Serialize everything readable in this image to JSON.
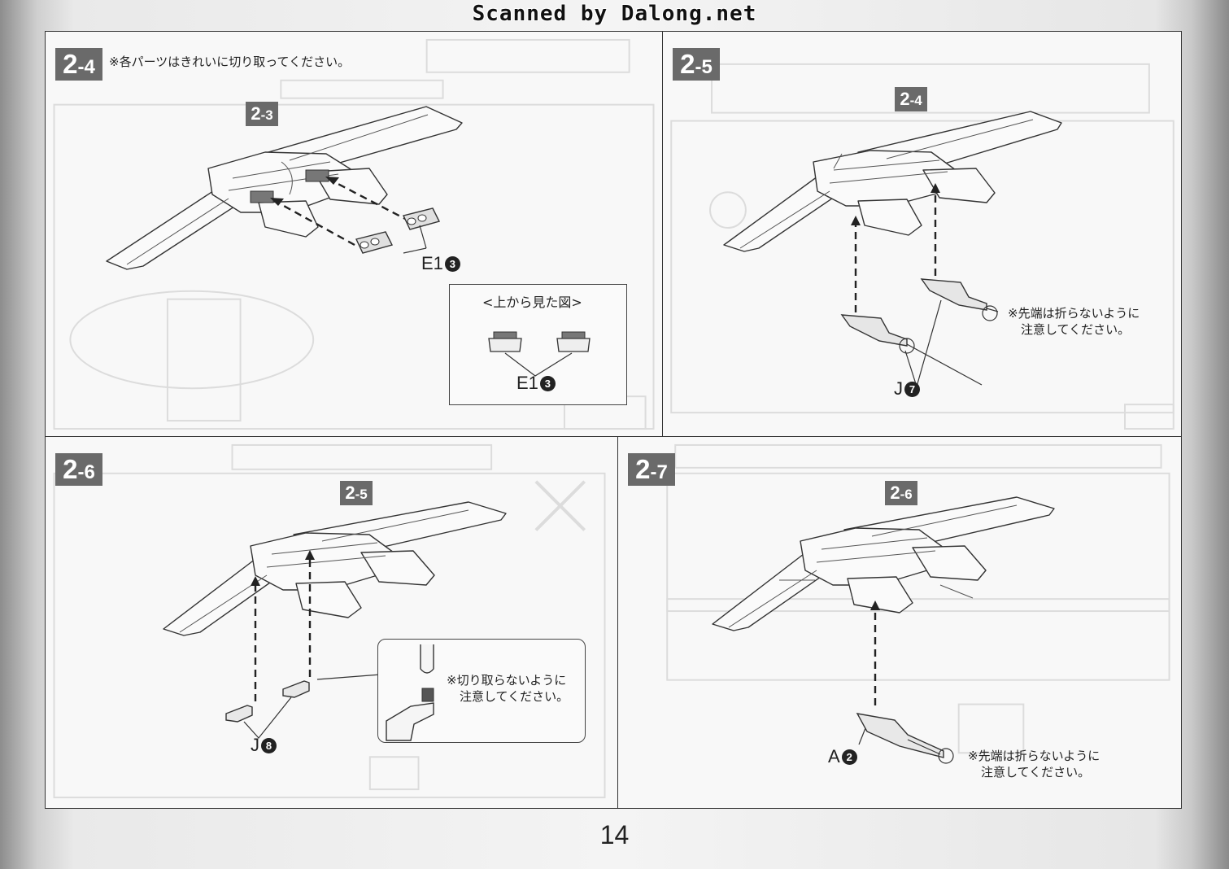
{
  "watermark": "Scanned by Dalong.net",
  "page_number": "14",
  "steps": {
    "s24": {
      "main": "2",
      "sub": "-4",
      "note": "※各パーツはきれいに切り取ってください。",
      "ref_main": "2",
      "ref_sub": "-3",
      "part": "E1",
      "part_num": "3",
      "inset_title": "<上から見た図>",
      "inset_part": "E1",
      "inset_part_num": "3"
    },
    "s25": {
      "main": "2",
      "sub": "-5",
      "ref_main": "2",
      "ref_sub": "-4",
      "part": "J",
      "part_num": "7",
      "note_l1": "※先端は折らないように",
      "note_l2": "注意してください。"
    },
    "s26": {
      "main": "2",
      "sub": "-6",
      "ref_main": "2",
      "ref_sub": "-5",
      "part": "J",
      "part_num": "8",
      "note_l1": "※切り取らないように",
      "note_l2": "注意してください。"
    },
    "s27": {
      "main": "2",
      "sub": "-7",
      "ref_main": "2",
      "ref_sub": "-6",
      "part": "A",
      "part_num": "2",
      "note_l1": "※先端は折らないように",
      "note_l2": "注意してください。"
    }
  },
  "colors": {
    "step_badge": "#6a6a6a",
    "line": "#333333",
    "background_print": "#d9d9d9"
  }
}
